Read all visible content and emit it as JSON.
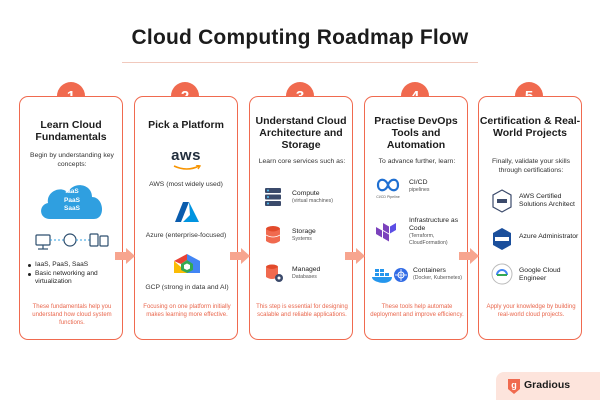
{
  "title": "Cloud Computing Roadmap Flow",
  "steps": [
    {
      "num": "1",
      "title": "Learn Cloud Fundamentals",
      "intro": "Begin by understanding key concepts:",
      "cloud_labels": [
        "IaaS",
        "PaaS",
        "SaaS"
      ],
      "bullets": [
        "IaaS, PaaS, SaaS",
        "Basic networking and virtualization"
      ],
      "footer": "These fundamentals help you understand how cloud system functions."
    },
    {
      "num": "2",
      "title": "Pick a Platform",
      "platforms": [
        {
          "logo": "aws",
          "label": "AWS (most widely used)"
        },
        {
          "logo": "azure-logo",
          "label": "Azure (enterprise-focused)"
        },
        {
          "logo": "gcp-logo",
          "label": "GCP (strong in data and AI)"
        }
      ],
      "footer": "Focusing on one platform initially makes learning more effective."
    },
    {
      "num": "3",
      "title": "Understand Cloud Architecture and Storage",
      "intro": "Learn core services such as:",
      "services": [
        {
          "icon": "server-icon",
          "label": "Compute",
          "sub": "(virtual machines)"
        },
        {
          "icon": "storage-icon",
          "label": "Storage",
          "sub": "Systems"
        },
        {
          "icon": "database-icon",
          "label": "Managed",
          "sub": "Databases"
        }
      ],
      "footer": "This step is essential for designing scalable and reliable applications."
    },
    {
      "num": "4",
      "title": "Practise DevOps Tools and Automation",
      "intro": "To advance further, learn:",
      "tools": [
        {
          "icon": "cicd-icon",
          "label": "CI/CD",
          "sub": "pipelines",
          "icon_caption": "CI/CD Pipeline"
        },
        {
          "icon": "terraform-icon",
          "label": "Infrastructure as Code",
          "sub": "(Terraform, CloudFormation)"
        },
        {
          "icon": "docker-kubernetes-icon",
          "label": "Containers",
          "sub": "(Docker, Kubernetes)"
        }
      ],
      "footer": "These tools help automate deployment and improve efficiency."
    },
    {
      "num": "5",
      "title": "Certification & Real-World Projects",
      "intro": "Finally, validate your skills through certifications:",
      "certs": [
        {
          "icon": "aws-cert-badge-icon",
          "label": "AWS Certified Solutions Architect"
        },
        {
          "icon": "azure-cert-badge-icon",
          "label": "Azure Administrator"
        },
        {
          "icon": "gcp-cert-badge-icon",
          "label": "Google Cloud Engineer"
        }
      ],
      "footer": "Apply your knowledge by building real-world cloud projects."
    }
  ],
  "brand": {
    "name": "Gradious",
    "logo_letter": "g"
  },
  "colors": {
    "accent": "#f06a4f",
    "arrow": "#f7a58f",
    "cloud": "#2f9fe0",
    "aws_orange": "#f79400",
    "azure": "#0078d4"
  }
}
